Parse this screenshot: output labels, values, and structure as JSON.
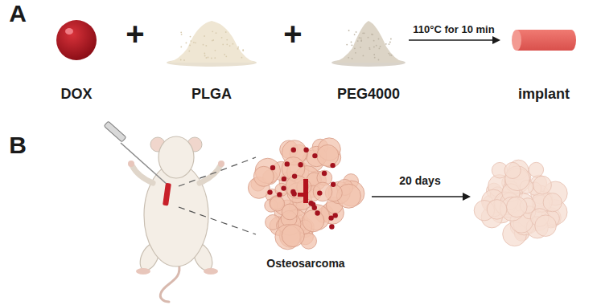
{
  "diagram": {
    "nodes": [
      {
        "text": [
          "DOX"
        ]
      },
      {
        "text": [
          "PLGA"
        ]
      },
      {
        "text": [
          "PEG4000"
        ]
      },
      {
        "text": [
          "implant"
        ]
      },
      {
        "text": [
          "Osteosarcoma"
        ]
      }
    ],
    "edges": [
      {
        "from": 2,
        "to": 3,
        "arrow": "to",
        "label": "110°C for 10 min"
      }
    ],
    "labels": [
      "A",
      "+",
      "+",
      "B",
      "20 days"
    ]
  }
}
